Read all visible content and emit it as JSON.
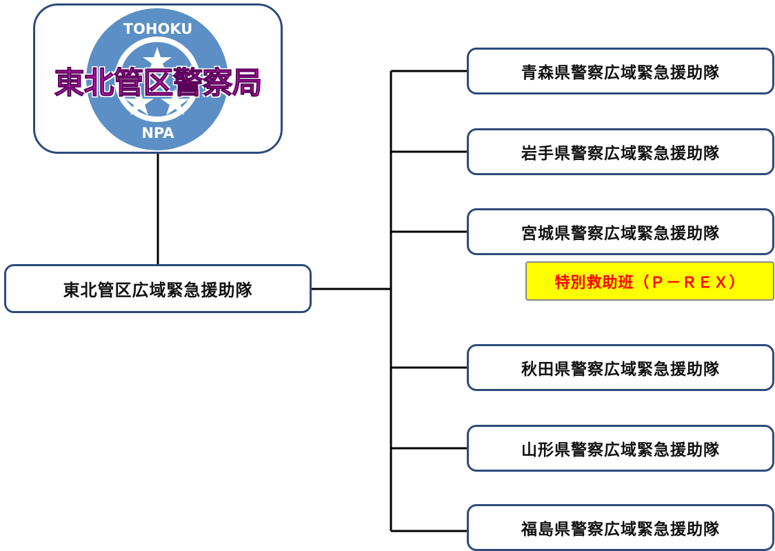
{
  "logo": {
    "top_text": "TOHOKU",
    "name": "東北管区警察局",
    "bottom_text": "NPA",
    "emblem_color": "#5b8fc6",
    "name_color": "#ff22e8"
  },
  "root": {
    "label": "東北管区広域緊急援助隊"
  },
  "units": [
    {
      "label": "青森県警察広域緊急援助隊"
    },
    {
      "label": "岩手県警察広域緊急援助隊"
    },
    {
      "label": "宮城県警察広域緊急援助隊"
    },
    {
      "label": "秋田県警察広域緊急援助隊"
    },
    {
      "label": "山形県警察広域緊急援助隊"
    },
    {
      "label": "福島県警察広域緊急援助隊"
    }
  ],
  "special": {
    "label": "特別救助班（Ｐ－ＲＥＸ）",
    "background": "#ffff00",
    "text_color": "#ff0000"
  },
  "colors": {
    "border": "#2c4a7c",
    "line": "#000000"
  }
}
